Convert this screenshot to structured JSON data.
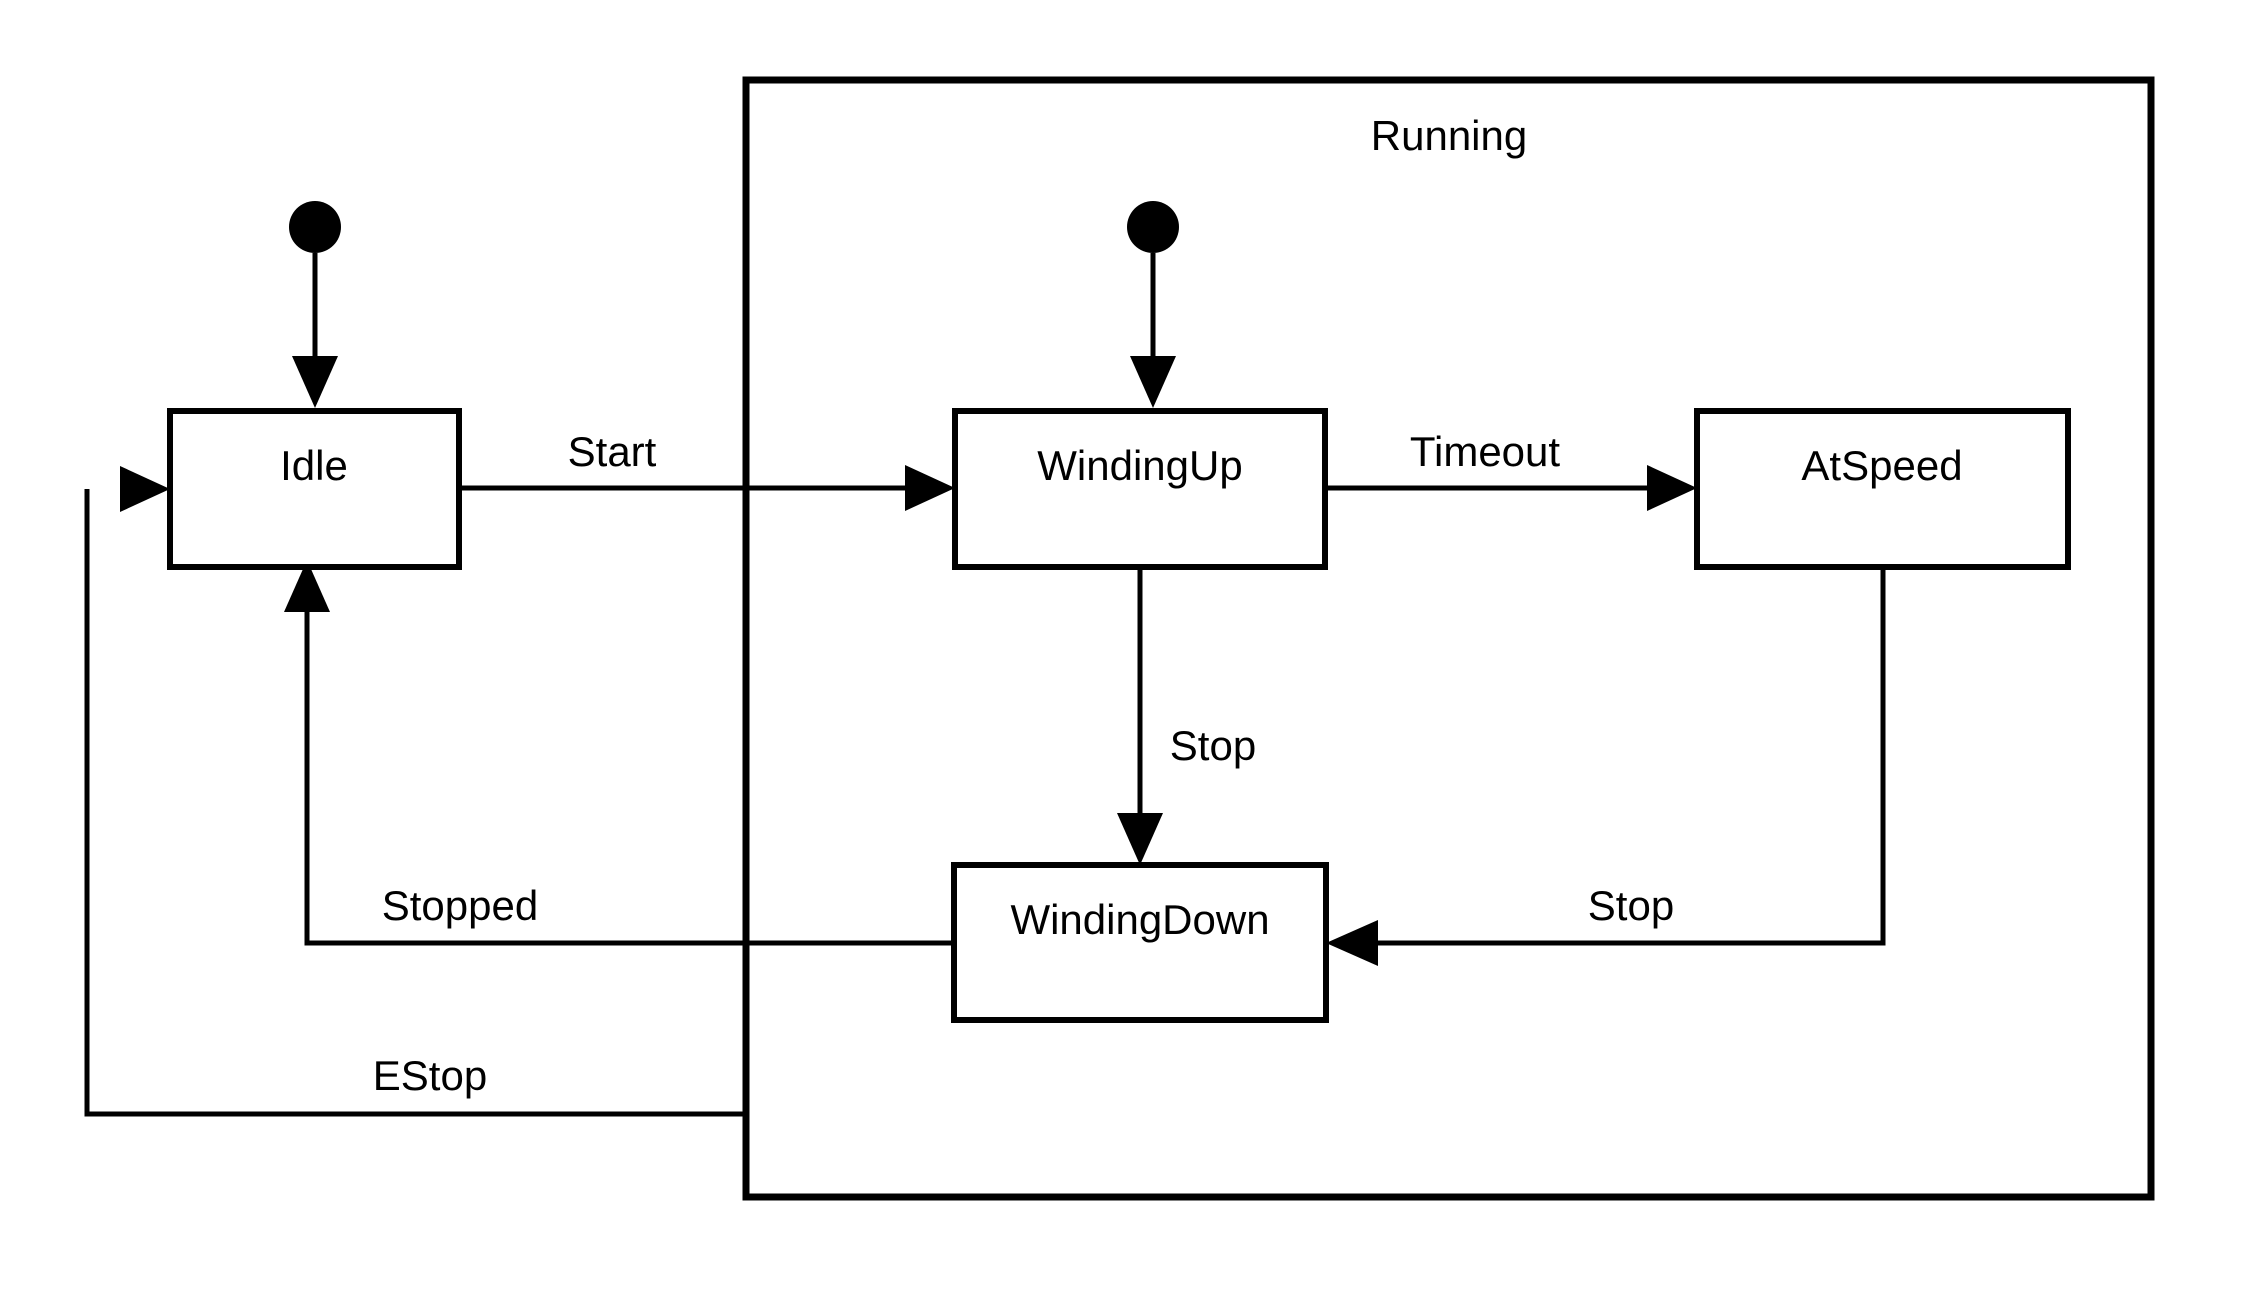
{
  "diagram": {
    "type": "uml-state-machine",
    "title_visible": false,
    "background_color": "#ffffff",
    "line_color": "#000000",
    "text_color": "#000000",
    "regions": [
      {
        "id": "running",
        "label": "Running",
        "label_position": "top-center"
      }
    ],
    "states": [
      {
        "id": "idle",
        "label": "Idle",
        "parent": null
      },
      {
        "id": "windingup",
        "label": "WindingUp",
        "parent": "running"
      },
      {
        "id": "atspeed",
        "label": "AtSpeed",
        "parent": "running"
      },
      {
        "id": "windingdown",
        "label": "WindingDown",
        "parent": "running"
      }
    ],
    "initial_pseudostates": [
      {
        "id": "init-top",
        "target": "idle",
        "parent": null
      },
      {
        "id": "init-running",
        "target": "windingup",
        "parent": "running"
      }
    ],
    "transitions": [
      {
        "id": "t-start",
        "label": "Start",
        "from": "idle",
        "to": "windingup"
      },
      {
        "id": "t-timeout",
        "label": "Timeout",
        "from": "windingup",
        "to": "atspeed"
      },
      {
        "id": "t-stop-up",
        "label": "Stop",
        "from": "windingup",
        "to": "windingdown"
      },
      {
        "id": "t-stop-at",
        "label": "Stop",
        "from": "atspeed",
        "to": "windingdown"
      },
      {
        "id": "t-stopped",
        "label": "Stopped",
        "from": "windingdown",
        "to": "idle"
      },
      {
        "id": "t-estop",
        "label": "EStop",
        "from": "running",
        "to": "idle"
      }
    ]
  }
}
